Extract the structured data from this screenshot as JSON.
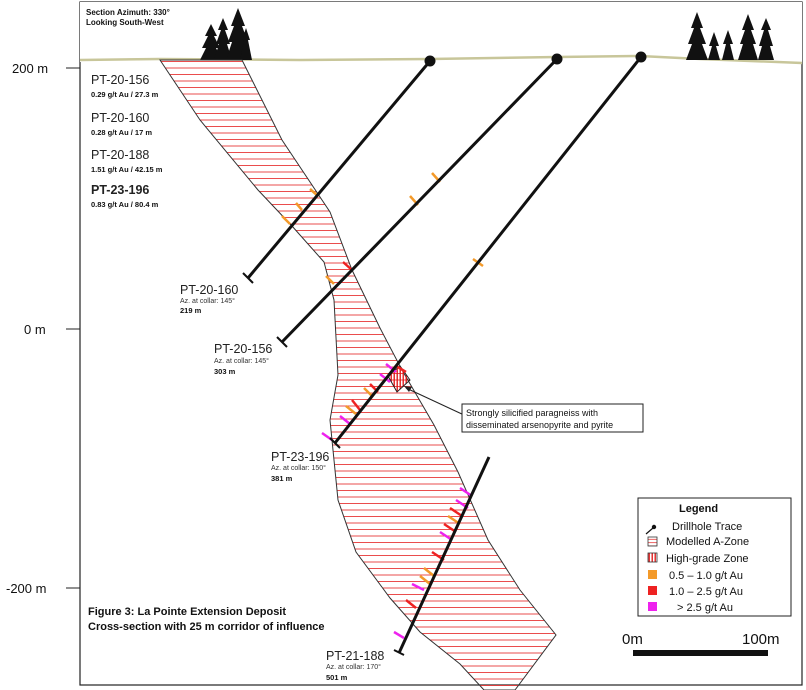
{
  "section": {
    "azimuth": "Section Azimuth: 330°",
    "view": "Looking South-West"
  },
  "elevation_labels": [
    "200 m",
    "0 m",
    "-200 m"
  ],
  "summary": [
    {
      "hole": "PT-20-156",
      "result": "0.29 g/t Au / 27.3 m"
    },
    {
      "hole": "PT-20-160",
      "result": "0.28 g/t Au / 17 m"
    },
    {
      "hole": "PT-20-188",
      "result": "1.51 g/t Au / 42.15 m"
    },
    {
      "hole": "PT-23-196",
      "result": "0.83 g/t Au / 80.4 m"
    }
  ],
  "drillholes": [
    {
      "name": "PT-20-160",
      "azimuth": "Az. at collar: 145°",
      "depth": "219 m"
    },
    {
      "name": "PT-20-156",
      "azimuth": "Az. at collar: 145°",
      "depth": "303 m"
    },
    {
      "name": "PT-23-196",
      "azimuth": "Az. at collar: 150°",
      "depth": "381 m"
    },
    {
      "name": "PT-21-188",
      "azimuth": "Az. at collar: 170°",
      "depth": "501 m"
    }
  ],
  "callout": {
    "line1": "Strongly silicified paragneiss with",
    "line2": "disseminated arsenopyrite and pyrite"
  },
  "figure_title": {
    "line1": "Figure 3: La Pointe Extension Deposit",
    "line2": "Cross-section with 25 m corridor of influence"
  },
  "legend": {
    "title": "Legend",
    "items": [
      {
        "label": "Drillhole Trace"
      },
      {
        "label": "Modelled A-Zone"
      },
      {
        "label": "High-grade Zone"
      },
      {
        "label": "0.5 – 1.0 g/t Au",
        "color": "#f39a2a"
      },
      {
        "label": "1.0 – 2.5 g/t Au",
        "color": "#ee2222"
      },
      {
        "label": "> 2.5 g/t Au",
        "color": "#ee22ee"
      }
    ]
  },
  "scale_bar": {
    "start": "0m",
    "end": "100m"
  },
  "colors": {
    "ground": "#f2eed4",
    "zone_hatch": "#e83838",
    "drill": "#111111"
  }
}
